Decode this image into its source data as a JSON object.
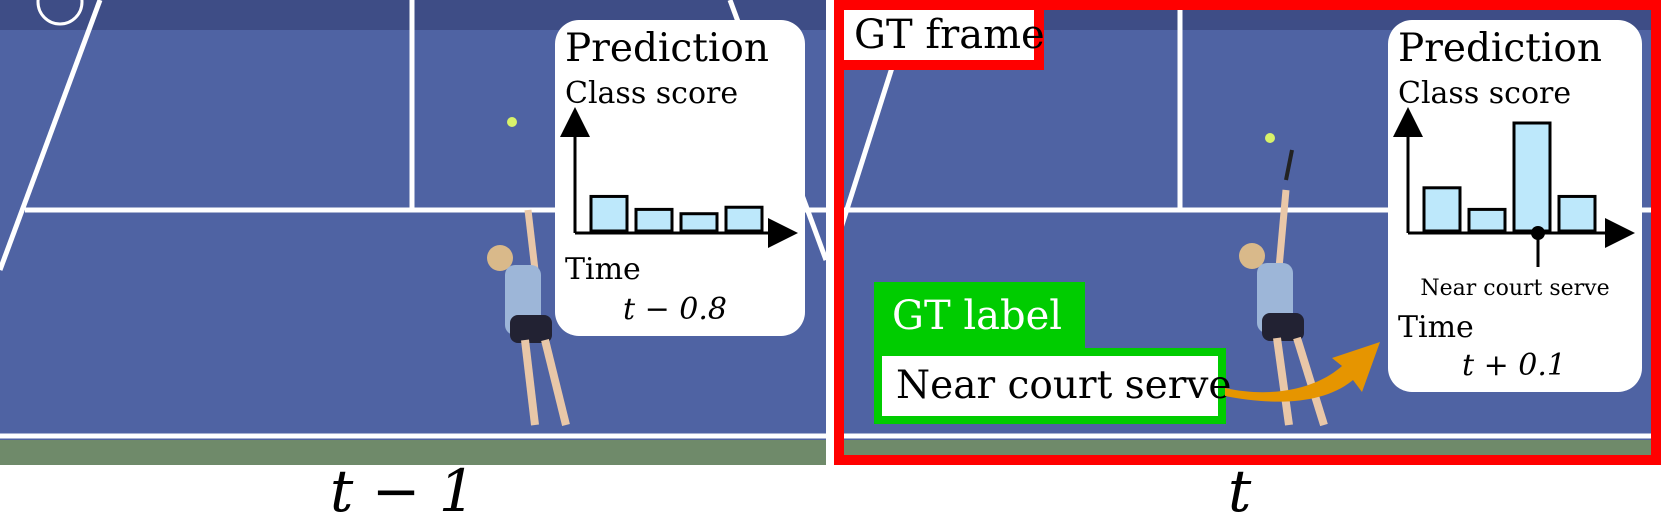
{
  "left_frame": {
    "panel": {
      "title": "Prediction",
      "y_label": "Class score",
      "x_label": "Time",
      "time_offset": "t − 0.8",
      "scores": [
        0.32,
        0.2,
        0.16,
        0.22
      ]
    },
    "caption": "t − 1"
  },
  "right_frame": {
    "gt_frame_label": "GT frame",
    "gt_label_heading": "GT label",
    "gt_label_value": "Near court serve",
    "panel": {
      "title": "Prediction",
      "y_label": "Class score",
      "x_label": "Time",
      "time_offset": "t + 0.1",
      "scores": [
        0.4,
        0.2,
        1.0,
        0.32
      ],
      "point_label": "Near court serve"
    },
    "caption": "t"
  },
  "colors": {
    "court": "#4f63a3",
    "gt_frame": "#ff0000",
    "gt_label": "#00cc00",
    "bar_fill": "#bde8fb",
    "arrow": "#e69500"
  }
}
